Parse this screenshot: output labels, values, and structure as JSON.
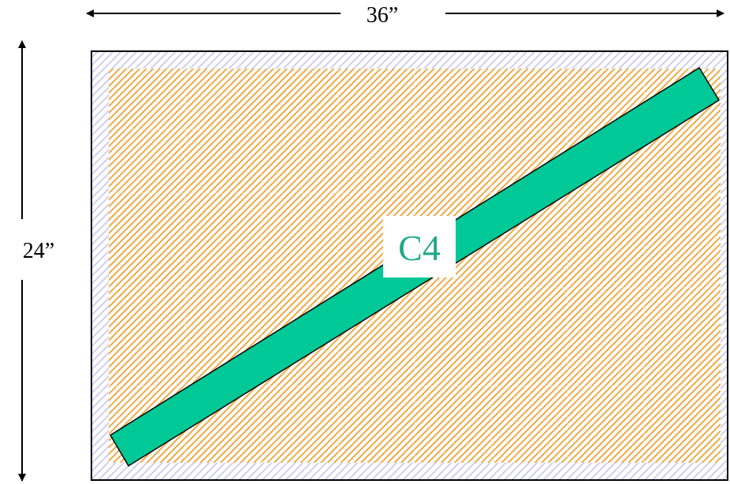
{
  "dimensions": {
    "width_label": "36”",
    "height_label": "24”"
  },
  "strip": {
    "label": "C4"
  },
  "colors": {
    "frame_border": "#000000",
    "frame_hatch": "#c9c9f2",
    "panel_background": "#ffffff",
    "panel_hatch": "#f0a133",
    "strip_fill": "#00c896",
    "strip_stroke": "#000000",
    "label_text": "#1fa88a",
    "label_background": "#ffffff"
  }
}
